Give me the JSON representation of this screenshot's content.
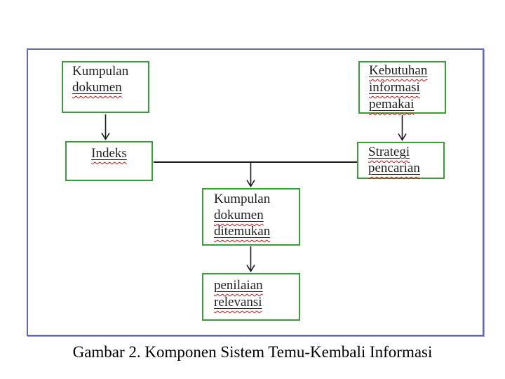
{
  "page": {
    "caption": "Gambar 2. Komponen Sistem Temu-Kembali Informasi"
  },
  "colors": {
    "panel_border": "#6565b8",
    "node_border": "#3a9e3a",
    "text": "#1f1f1f",
    "spellcheck_squiggle": "#cc1111",
    "connector": "#1a1a1a",
    "background": "#ffffff"
  },
  "nodes": {
    "kumpulan_dokumen": {
      "line1": "Kumpulan",
      "line2": "dokumen"
    },
    "kebutuhan_informasi_pemakai": {
      "line1": "Kebutuhan",
      "line2": "informasi",
      "line3": "pemakai"
    },
    "indeks": {
      "line1": "Indeks"
    },
    "strategi_pencarian": {
      "line1": "Strategi",
      "line2": "pencarian"
    },
    "kumpulan_dokumen_ditemukan": {
      "line1": "Kumpulan",
      "line2": "dokumen",
      "line3": "ditemukan"
    },
    "penilaian_relevansi": {
      "line1": "penilaian",
      "line2": "relevansi"
    }
  },
  "connections": [
    {
      "from": "kumpulan_dokumen",
      "to": "indeks",
      "arrowhead": true
    },
    {
      "from": "kebutuhan_informasi_pemakai",
      "to": "strategi_pencarian",
      "arrowhead": true
    },
    {
      "from": "indeks",
      "to": "strategi_pencarian",
      "arrowhead": false
    },
    {
      "from": "indeks_strategi_line_midpoint",
      "to": "kumpulan_dokumen_ditemukan",
      "arrowhead": true
    },
    {
      "from": "kumpulan_dokumen_ditemukan",
      "to": "penilaian_relevansi",
      "arrowhead": true
    }
  ]
}
